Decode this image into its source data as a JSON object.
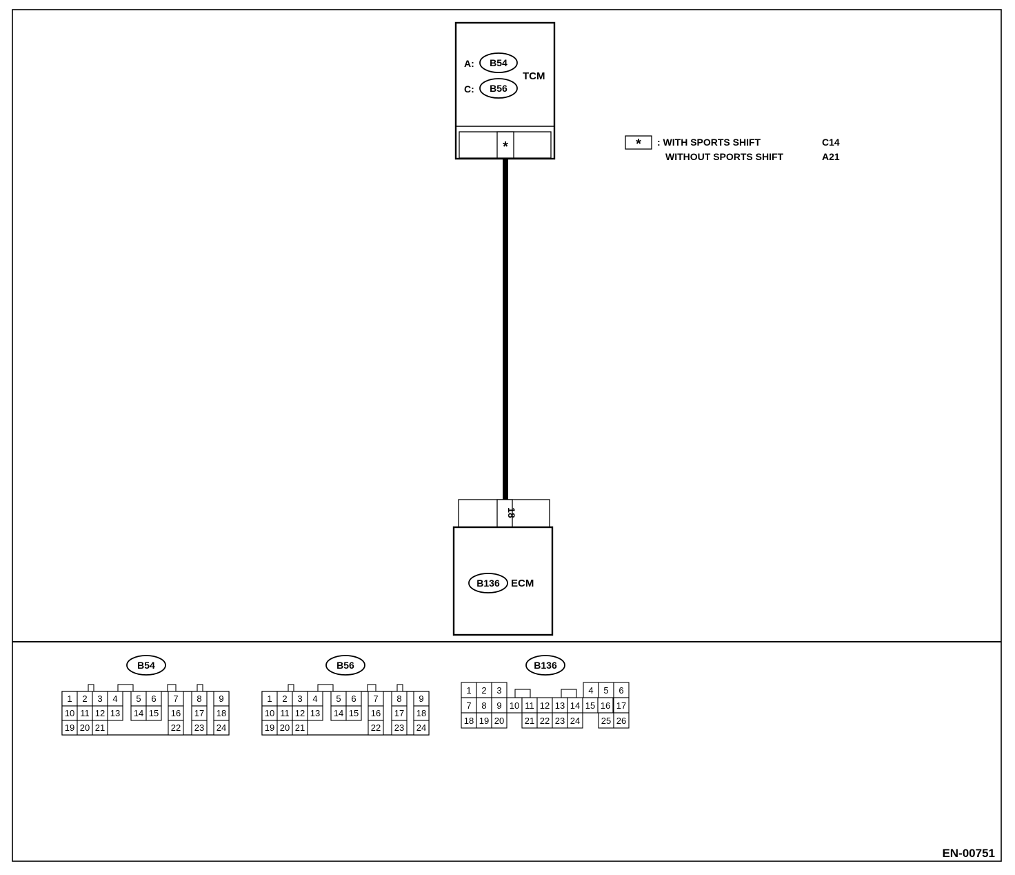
{
  "tcm": {
    "name": "TCM",
    "connector_a_prefix": "A:",
    "connector_a": "B54",
    "connector_c_prefix": "C:",
    "connector_c": "B56",
    "terminal": "*"
  },
  "ecm": {
    "name": "ECM",
    "connector": "B136",
    "terminal": "18"
  },
  "legend": {
    "symbol": "*",
    "line1_label": ": WITH SPORTS SHIFT",
    "line1_value": "C14",
    "line2_label": "WITHOUT SPORTS SHIFT",
    "line2_value": "A21"
  },
  "connectors": [
    {
      "name": "B54",
      "rows": [
        [
          "1",
          "2",
          "3",
          "4",
          "5",
          "6",
          "7",
          "8",
          "9"
        ],
        [
          "10",
          "11",
          "12",
          "13",
          "14",
          "15",
          "16",
          "17",
          "18"
        ],
        [
          "19",
          "20",
          "21",
          "22",
          "23",
          "24"
        ]
      ]
    },
    {
      "name": "B56",
      "rows": [
        [
          "1",
          "2",
          "3",
          "4",
          "5",
          "6",
          "7",
          "8",
          "9"
        ],
        [
          "10",
          "11",
          "12",
          "13",
          "14",
          "15",
          "16",
          "17",
          "18"
        ],
        [
          "19",
          "20",
          "21",
          "22",
          "23",
          "24"
        ]
      ]
    },
    {
      "name": "B136",
      "rows": [
        [
          "1",
          "2",
          "3",
          "4",
          "5",
          "6"
        ],
        [
          "7",
          "8",
          "9",
          "10",
          "11",
          "12",
          "13",
          "14",
          "15",
          "16",
          "17"
        ],
        [
          "18",
          "19",
          "20",
          "21",
          "22",
          "23",
          "24",
          "25",
          "26"
        ]
      ]
    }
  ],
  "figure_id": "EN-00751"
}
